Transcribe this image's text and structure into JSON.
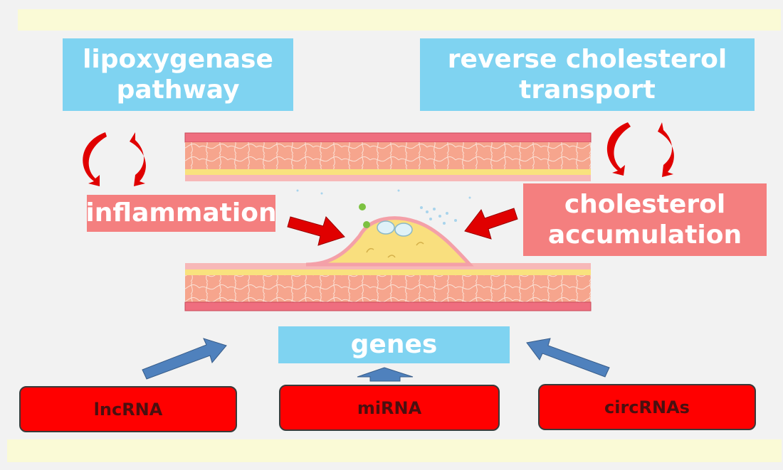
{
  "labels": {
    "lipoxygenase": "lipoxygenase pathway",
    "reverse_cholesterol": "reverse cholesterol transport",
    "inflammation": "inflammation",
    "cholesterol_accumulation": "cholesterol accumulation",
    "genes": "genes"
  },
  "rna_sources": {
    "lncrna": "lncRNA",
    "mirna": "miRNA",
    "circrnas": "circRNAs"
  },
  "colors": {
    "label_blue": "#7fd3f1",
    "label_salmon": "#f47f7f",
    "rna_red": "#ff0000",
    "arrow_red": "#e00000",
    "arrow_blue": "#4f81bd",
    "vessel_wall": "#f6a58d",
    "plaque": "#f9df7e"
  },
  "icons": [
    "cycle-arrows-icon",
    "vessel-illustration",
    "plaque-illustration"
  ]
}
